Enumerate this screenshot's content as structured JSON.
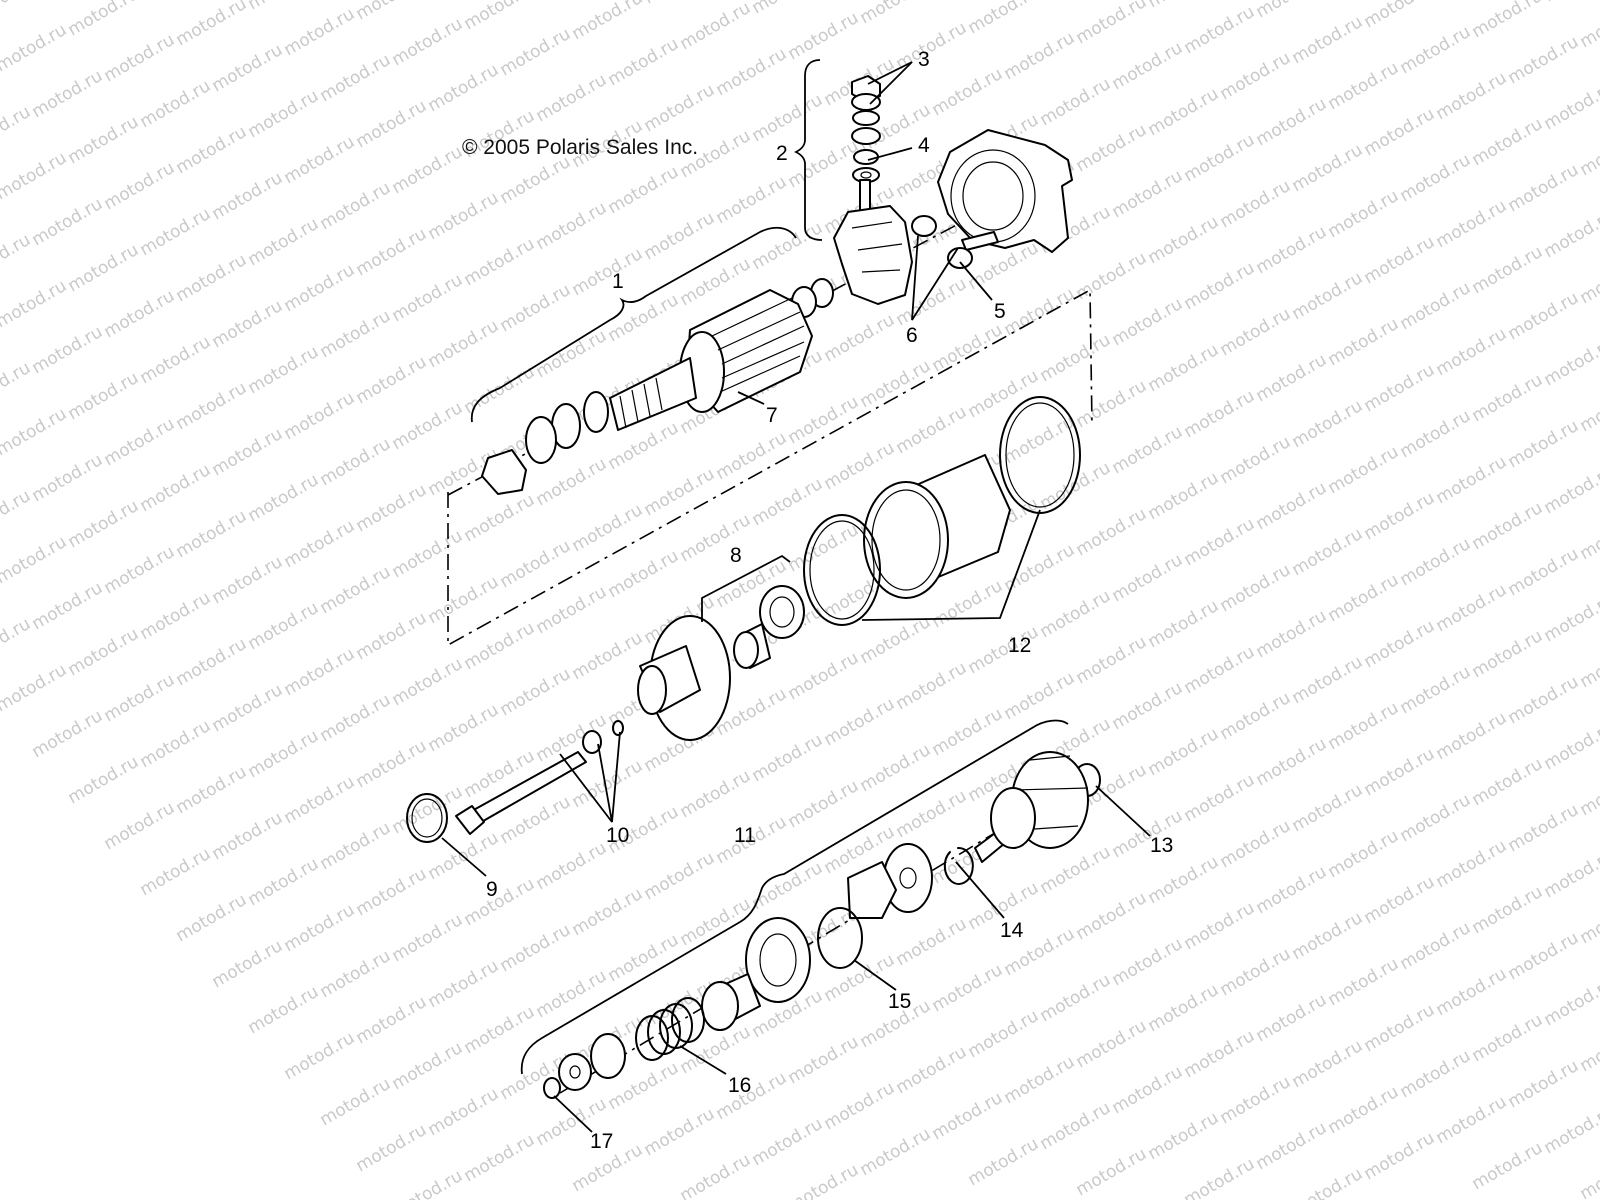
{
  "watermark_text": "motod.ru",
  "copyright": "© 2005 Polaris Sales Inc.",
  "callouts": [
    "1",
    "2",
    "3",
    "4",
    "5",
    "6",
    "7",
    "8",
    "9",
    "10",
    "11",
    "12",
    "13",
    "14",
    "15",
    "16",
    "17"
  ]
}
